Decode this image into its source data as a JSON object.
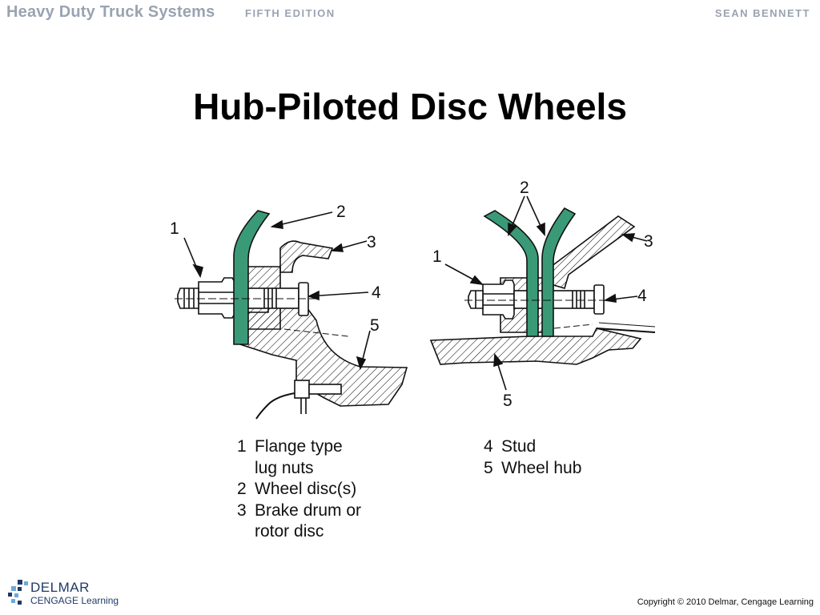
{
  "header": {
    "book_title": "Heavy Duty Truck Systems",
    "edition": "FIFTH EDITION",
    "author": "SEAN BENNETT"
  },
  "slide": {
    "title": "Hub-Piloted Disc Wheels"
  },
  "diagram": {
    "left_callouts": [
      "1",
      "2",
      "3",
      "4",
      "5"
    ],
    "right_callouts": [
      "1",
      "2",
      "3",
      "4",
      "5"
    ],
    "colors": {
      "wheel_disc": "#3a9a78",
      "line": "#111111"
    }
  },
  "legend": {
    "left": [
      {
        "num": "1",
        "lines": [
          "Flange type",
          "lug nuts"
        ]
      },
      {
        "num": "2",
        "lines": [
          "Wheel disc(s)"
        ]
      },
      {
        "num": "3",
        "lines": [
          "Brake drum or",
          "rotor disc"
        ]
      }
    ],
    "right": [
      {
        "num": "4",
        "lines": [
          "Stud"
        ]
      },
      {
        "num": "5",
        "lines": [
          "Wheel hub"
        ]
      }
    ]
  },
  "footer": {
    "publisher_name": "DELMAR",
    "publisher_sub": "CENGAGE Learning",
    "copyright": "Copyright © 2010 Delmar, Cengage Learning"
  }
}
